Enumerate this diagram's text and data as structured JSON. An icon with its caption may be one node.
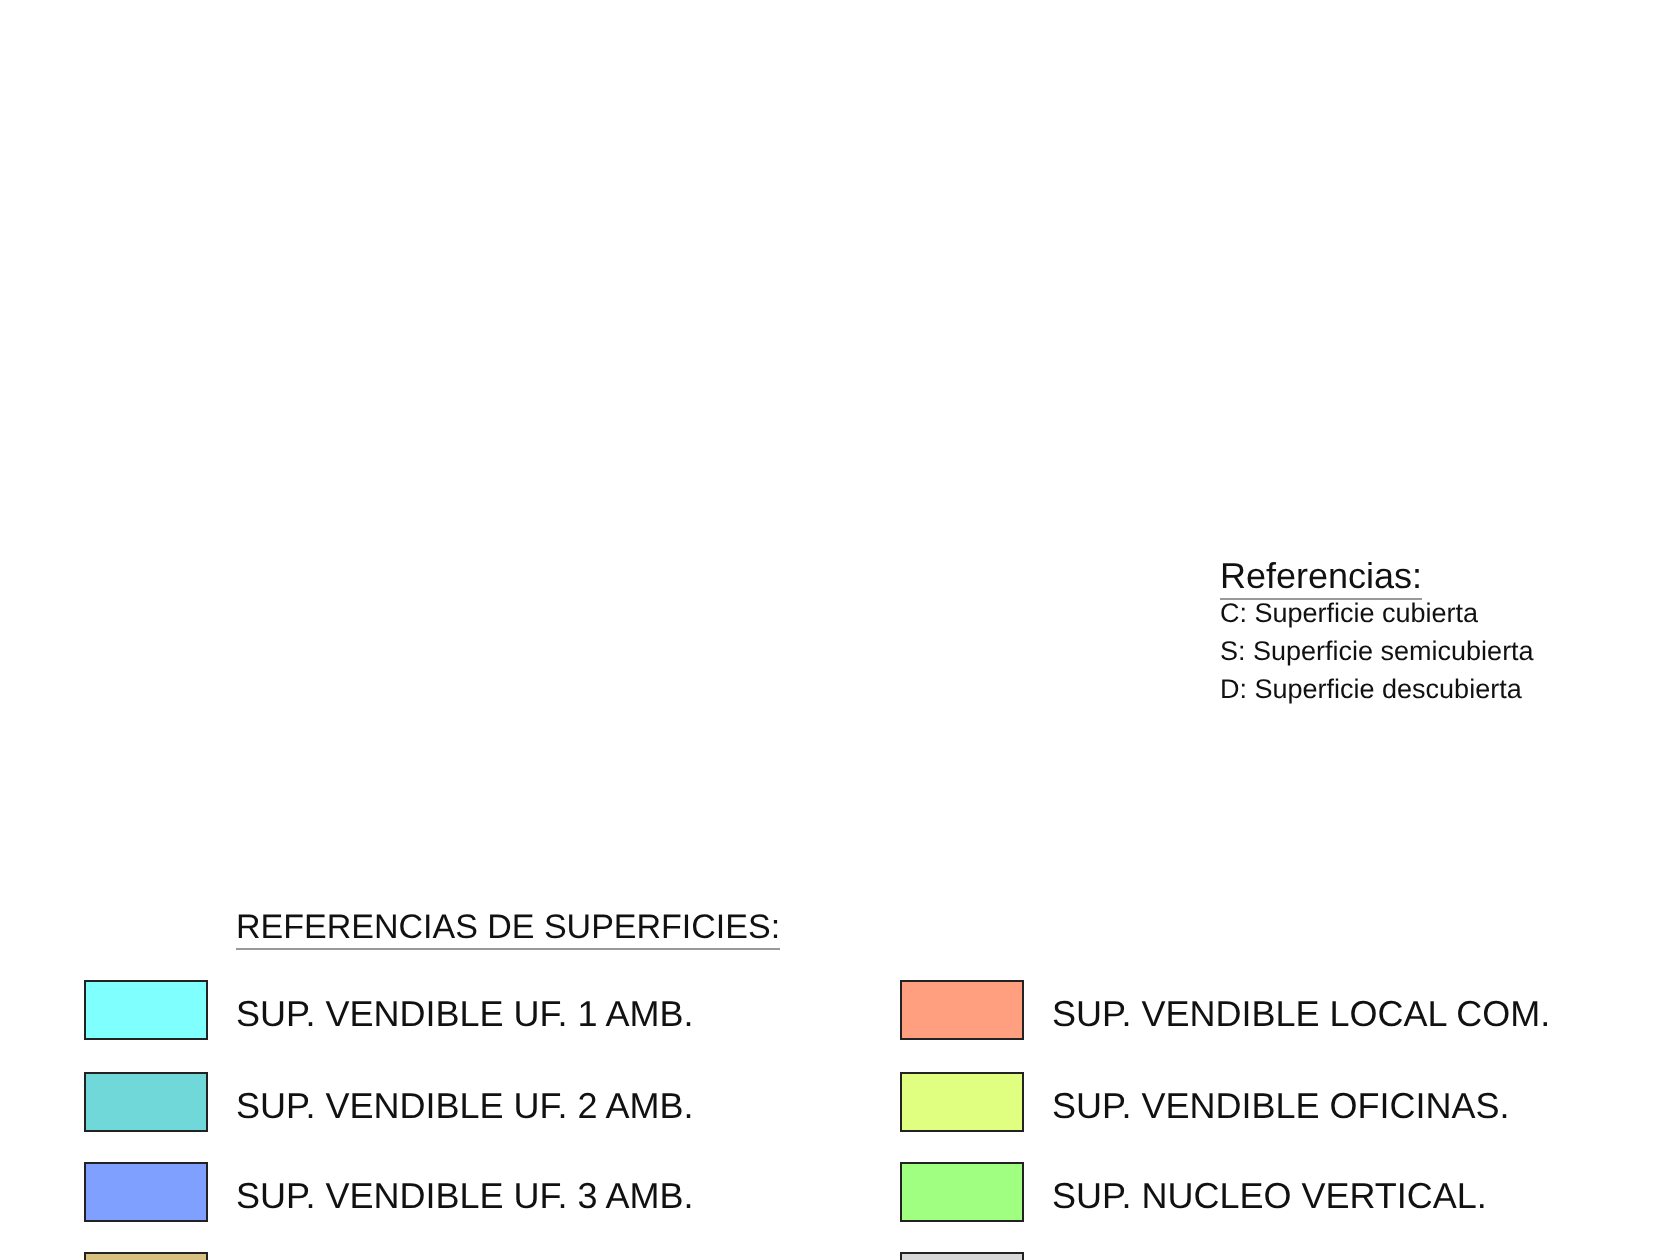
{
  "diagram": {
    "labels": [
      "Referencias:",
      "C: Superficie cubierta",
      "S: Superficie semicubierta",
      "D: Superficie descubierta",
      "REFERENCIAS DE SUPERFICIES:"
    ],
    "legend": [
      {
        "text": "SUP. VENDIBLE UF. 1 AMB.",
        "color": "#80ffff"
      },
      {
        "text": "SUP. VENDIBLE LOCAL COM.",
        "color": "#ff9f80"
      },
      {
        "text": "SUP. VENDIBLE UF. 2 AMB.",
        "color": "#70d8d8"
      },
      {
        "text": "SUP. VENDIBLE OFICINAS.",
        "color": "#e0ff80"
      },
      {
        "text": "SUP. VENDIBLE UF. 3 AMB.",
        "color": "#80a0ff"
      },
      {
        "text": "SUP. NUCLEO VERTICAL.",
        "color": "#a0ff80"
      }
    ]
  }
}
